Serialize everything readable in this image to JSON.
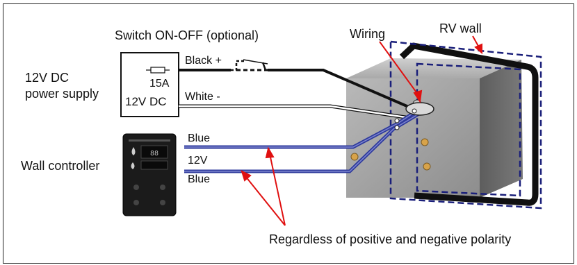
{
  "labels": {
    "switch": "Switch ON-OFF (optional)",
    "wiring": "Wiring",
    "rv_wall": "RV wall",
    "power_supply_line1": "12V DC",
    "power_supply_line2": "power supply",
    "fuse_rating": "15A",
    "supply_voltage": "12V DC",
    "black_wire": "Black +",
    "white_wire": "White -",
    "wall_controller": "Wall controller",
    "blue_wire_top": "Blue",
    "signal_12v": "12V",
    "blue_wire_bottom": "Blue",
    "polarity_note": "Regardless of positive and negative polarity"
  },
  "colors": {
    "blue_wire": "#2e3a9c",
    "arrow_red": "#e01010",
    "rv_wall_dash": "#1a1f7a",
    "heater_body": "#8e8e8e",
    "controller_body": "#1b1b1b"
  },
  "icons": [
    "fuse-icon",
    "switch-icon",
    "droplet-icon",
    "flame-icon"
  ]
}
